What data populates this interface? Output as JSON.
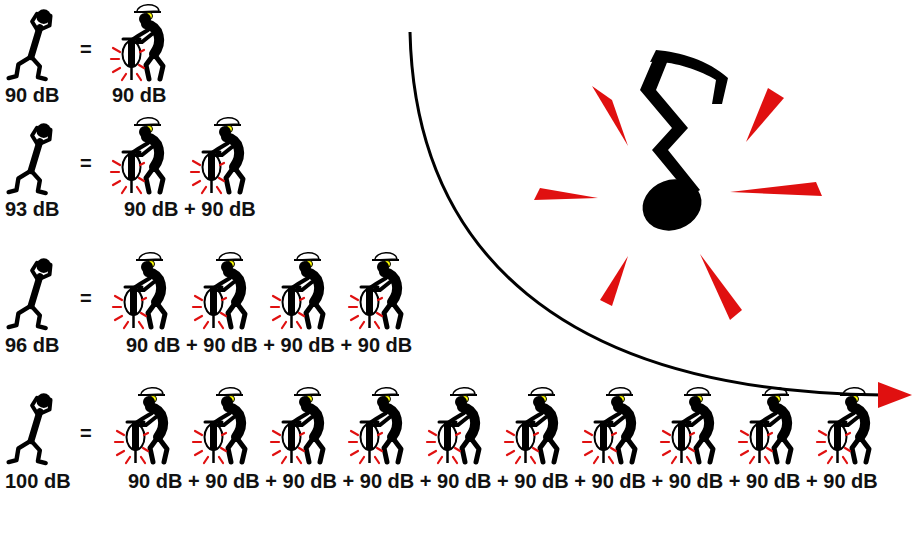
{
  "diagram": {
    "labels": [
      "=",
      "90 dB",
      "90 dB",
      "=",
      "93 dB",
      "90 dB + 90 dB",
      "=",
      "96 dB",
      "90 dB + 90 dB + 90 dB + 90 dB",
      "=",
      "100 dB",
      "90 dB + 90 dB + 90 dB + 90 dB + 90 dB + 90 dB + 90 dB + 90 dB + 90 dB + 90 dB"
    ]
  }
}
